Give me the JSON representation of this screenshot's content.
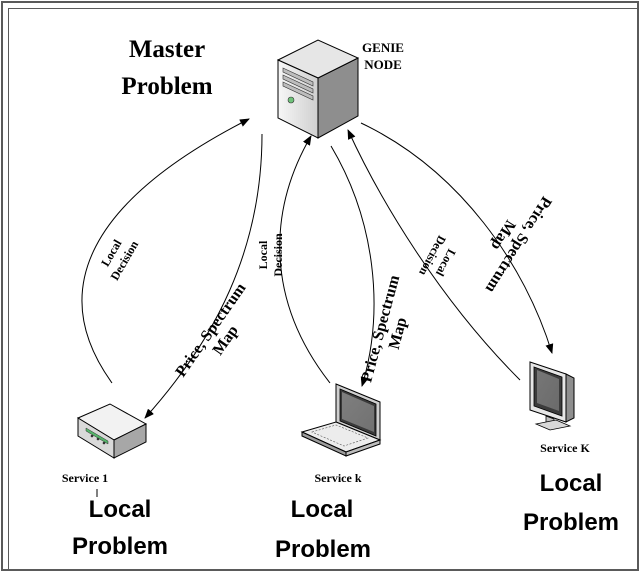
{
  "master": {
    "title_line1": "Master",
    "title_line2": "Problem"
  },
  "genie": {
    "label_line1": "GENIE",
    "label_line2": "NODE"
  },
  "services": [
    {
      "name": "Service 1",
      "problem_line1": "Local",
      "problem_line2": "Problem"
    },
    {
      "name": "Service k",
      "problem_line1": "Local",
      "problem_line2": "Problem"
    },
    {
      "name": "Service K",
      "problem_line1": "Local",
      "problem_line2": "Problem"
    }
  ],
  "edges": {
    "local_decision_line1": "Local",
    "local_decision_line2": "Decision",
    "price_map_line1": "Price, Spectrum",
    "price_map_line2": "Map"
  },
  "colors": {
    "text": "#000000",
    "stroke": "#000000",
    "device_body": "#eeeeee",
    "device_shadow": "#9a9a9a",
    "frame": "#5a5a5a"
  }
}
